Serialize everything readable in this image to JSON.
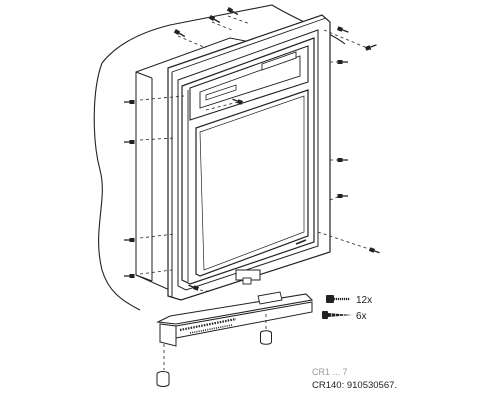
{
  "legend": {
    "machine_screw": {
      "icon": "machine-screw-icon",
      "quantity": "12x"
    },
    "wood_screw": {
      "icon": "wood-screw-icon",
      "quantity": "6x"
    }
  },
  "part_numbers": {
    "partial_line": "CR1 ... 7",
    "cr140_line": "CR140: 910530567."
  },
  "colors": {
    "line": "#222222",
    "background": "#ffffff"
  }
}
